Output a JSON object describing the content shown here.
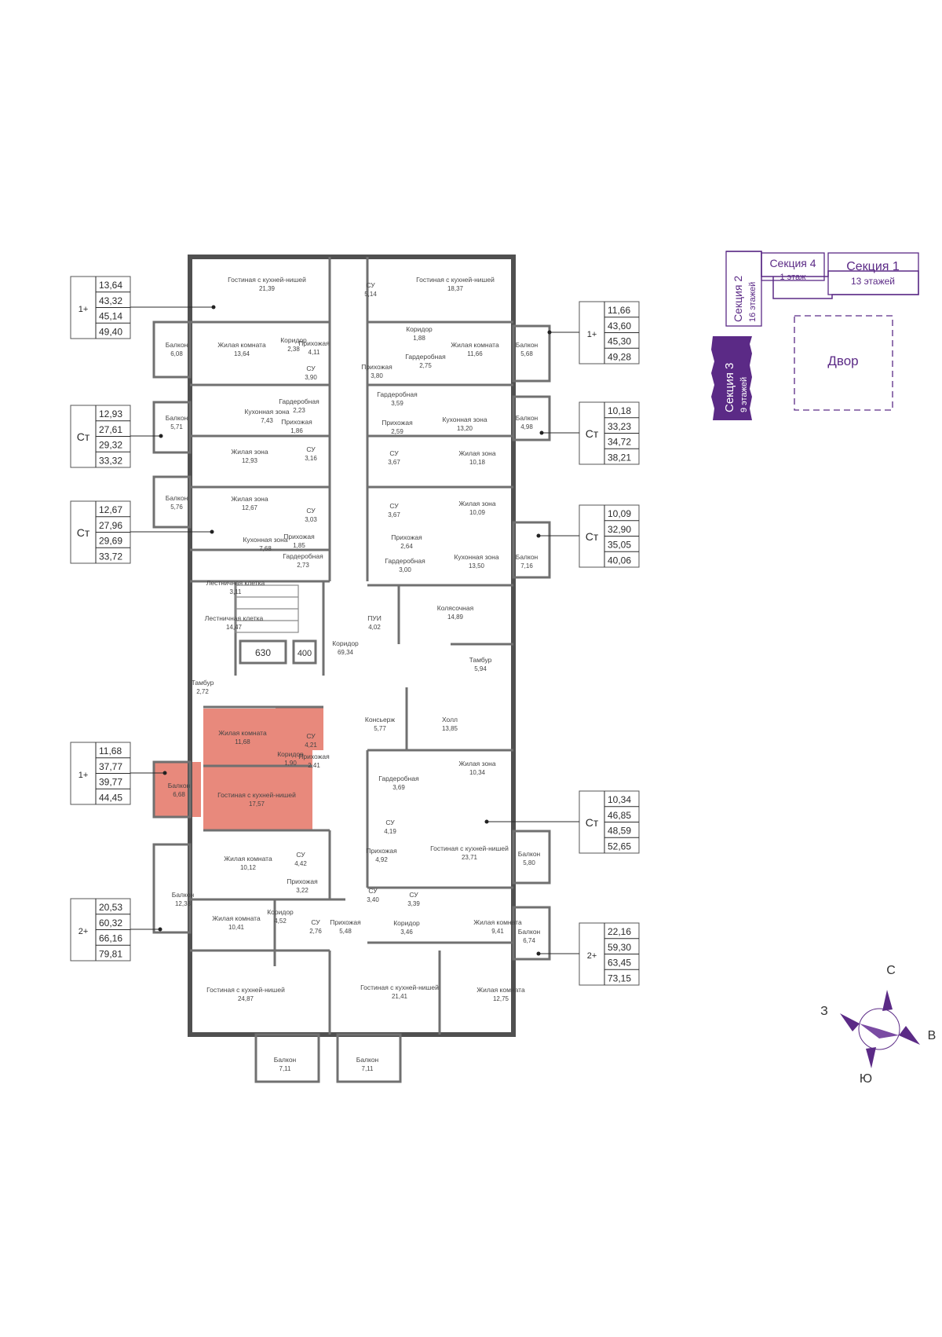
{
  "colors": {
    "wall": "#505050",
    "highlight": "#e8897c",
    "accent": "#5b2a86",
    "text": "#3a3a3a"
  },
  "apartments": [
    {
      "id": "a1",
      "type": "1+",
      "values": [
        "13,64",
        "43,32",
        "45,14",
        "49,40"
      ]
    },
    {
      "id": "a2",
      "type": "Ст",
      "values": [
        "12,93",
        "27,61",
        "29,32",
        "33,32"
      ]
    },
    {
      "id": "a3",
      "type": "Ст",
      "values": [
        "12,67",
        "27,96",
        "29,69",
        "33,72"
      ]
    },
    {
      "id": "a4",
      "type": "1+",
      "values": [
        "11,68",
        "37,77",
        "39,77",
        "44,45"
      ]
    },
    {
      "id": "a5",
      "type": "2+",
      "values": [
        "20,53",
        "60,32",
        "66,16",
        "79,81"
      ]
    },
    {
      "id": "a6",
      "type": "1+",
      "values": [
        "11,66",
        "43,60",
        "45,30",
        "49,28"
      ]
    },
    {
      "id": "a7",
      "type": "Ст",
      "values": [
        "10,18",
        "33,23",
        "34,72",
        "38,21"
      ]
    },
    {
      "id": "a8",
      "type": "Ст",
      "values": [
        "10,09",
        "32,90",
        "35,05",
        "40,06"
      ]
    },
    {
      "id": "a9",
      "type": "Ст",
      "values": [
        "10,34",
        "46,85",
        "48,59",
        "52,65"
      ]
    },
    {
      "id": "a10",
      "type": "2+",
      "values": [
        "22,16",
        "59,30",
        "63,45",
        "73,15"
      ]
    }
  ],
  "rooms": [
    {
      "name": "Гостиная с кухней-нишей",
      "area": "21,39"
    },
    {
      "name": "Гостиная с кухней-нишей",
      "area": "18,37"
    },
    {
      "name": "СУ",
      "area": "5,14"
    },
    {
      "name": "Балкон",
      "area": "6,08"
    },
    {
      "name": "Жилая комната",
      "area": "13,64"
    },
    {
      "name": "Коридор",
      "area": "2,38"
    },
    {
      "name": "Прихожая",
      "area": "4,11"
    },
    {
      "name": "СУ",
      "area": "3,90"
    },
    {
      "name": "Прихожая",
      "area": "3,80"
    },
    {
      "name": "Коридор",
      "area": "1,88"
    },
    {
      "name": "Жилая комната",
      "area": "11,66"
    },
    {
      "name": "Гардеробная",
      "area": "2,75"
    },
    {
      "name": "Балкон",
      "area": "5,68"
    },
    {
      "name": "Кухонная зона",
      "area": "7,43"
    },
    {
      "name": "Гардеробная",
      "area": "2,23"
    },
    {
      "name": "Прихожая",
      "area": "1,86"
    },
    {
      "name": "Балкон",
      "area": "5,71"
    },
    {
      "name": "Жилая зона",
      "area": "12,93"
    },
    {
      "name": "СУ",
      "area": "3,16"
    },
    {
      "name": "Гардеробная",
      "area": "3,59"
    },
    {
      "name": "Прихожая",
      "area": "2,59"
    },
    {
      "name": "Кухонная зона",
      "area": "13,20"
    },
    {
      "name": "Балкон",
      "area": "4,98"
    },
    {
      "name": "СУ",
      "area": "3,67"
    },
    {
      "name": "Жилая зона",
      "area": "10,18"
    },
    {
      "name": "Балкон",
      "area": "5,76"
    },
    {
      "name": "Жилая зона",
      "area": "12,67"
    },
    {
      "name": "СУ",
      "area": "3,03"
    },
    {
      "name": "СУ",
      "area": "3,67"
    },
    {
      "name": "Жилая зона",
      "area": "10,09"
    },
    {
      "name": "Кухонная зона",
      "area": "7,68"
    },
    {
      "name": "Прихожая",
      "area": "1,85"
    },
    {
      "name": "Гардеробная",
      "area": "2,73"
    },
    {
      "name": "Прихожая",
      "area": "2,64"
    },
    {
      "name": "Гардеробная",
      "area": "3,00"
    },
    {
      "name": "Кухонная зона",
      "area": "13,50"
    },
    {
      "name": "Балкон",
      "area": "7,16"
    },
    {
      "name": "Лестничная клетка",
      "area": "3,11"
    },
    {
      "name": "Лестничная клетка",
      "area": "14,47"
    },
    {
      "name": "ПУИ",
      "area": "4,02"
    },
    {
      "name": "Колясочная",
      "area": "14,89"
    },
    {
      "name": "Коридор",
      "area": "69,34"
    },
    {
      "name": "Тамбур",
      "area": "5,94"
    },
    {
      "name": "Тамбур",
      "area": "2,72"
    },
    {
      "name": "Консьерж",
      "area": "5,77"
    },
    {
      "name": "Холл",
      "area": "13,85"
    },
    {
      "name": "Жилая комната",
      "area": "11,68"
    },
    {
      "name": "СУ",
      "area": "4,21"
    },
    {
      "name": "Коридор",
      "area": "1,90"
    },
    {
      "name": "Прихожая",
      "area": "2,41"
    },
    {
      "name": "Балкон",
      "area": "6,68"
    },
    {
      "name": "Гостиная с кухней-нишей",
      "area": "17,57"
    },
    {
      "name": "Жилая зона",
      "area": "10,34"
    },
    {
      "name": "Гардеробная",
      "area": "3,69"
    },
    {
      "name": "СУ",
      "area": "4,19"
    },
    {
      "name": "Жилая комната",
      "area": "10,12"
    },
    {
      "name": "СУ",
      "area": "4,42"
    },
    {
      "name": "Прихожая",
      "area": "4,92"
    },
    {
      "name": "Гостиная с кухней-нишей",
      "area": "23,71"
    },
    {
      "name": "Балкон",
      "area": "5,80"
    },
    {
      "name": "Прихожая",
      "area": "3,22"
    },
    {
      "name": "Балкон",
      "area": "12,38"
    },
    {
      "name": "Коридор",
      "area": "4,52"
    },
    {
      "name": "Жилая комната",
      "area": "10,41"
    },
    {
      "name": "СУ",
      "area": "2,76"
    },
    {
      "name": "Прихожая",
      "area": "5,48"
    },
    {
      "name": "СУ",
      "area": "3,40"
    },
    {
      "name": "СУ",
      "area": "3,39"
    },
    {
      "name": "Коридор",
      "area": "3,46"
    },
    {
      "name": "Жилая комната",
      "area": "9,41"
    },
    {
      "name": "Балкон",
      "area": "6,74"
    },
    {
      "name": "Гостиная с кухней-нишей",
      "area": "24,87"
    },
    {
      "name": "Гостиная с кухней-нишей",
      "area": "21,41"
    },
    {
      "name": "Жилая комната",
      "area": "12,75"
    },
    {
      "name": "Балкон",
      "area": "7,11"
    },
    {
      "name": "Балкон",
      "area": "7,11"
    }
  ],
  "elevators": [
    "630",
    "400"
  ],
  "site_plan": {
    "section4": {
      "title": "Секция 4",
      "floors": "1 этаж"
    },
    "section1": {
      "title": "Секция 1",
      "floors": "13 этажей"
    },
    "section2": {
      "title": "Секция 2",
      "floors": "16 этажей"
    },
    "section3": {
      "title": "Секция 3",
      "floors": "9 этажей"
    },
    "yard": "Двор"
  },
  "compass": {
    "n": "С",
    "s": "Ю",
    "w": "З",
    "e": "В"
  }
}
